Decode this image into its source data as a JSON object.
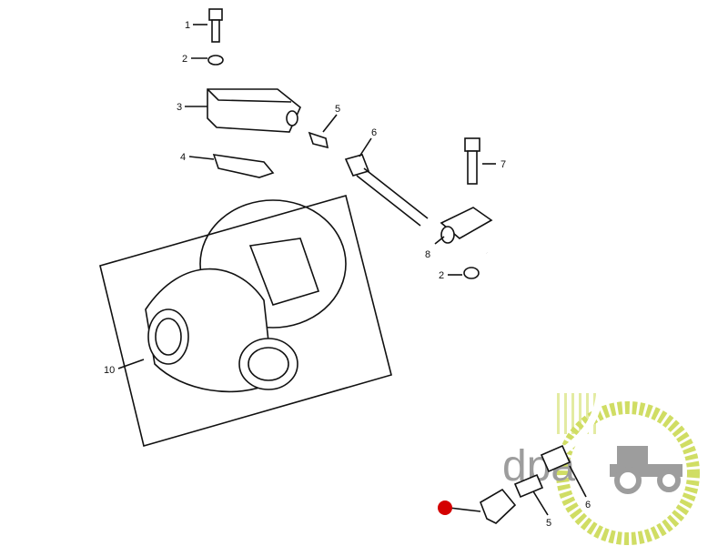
{
  "diagram": {
    "callouts": [
      {
        "id": "c1",
        "text": "1"
      },
      {
        "id": "c2a",
        "text": "2"
      },
      {
        "id": "c3",
        "text": "3"
      },
      {
        "id": "c4",
        "text": "4"
      },
      {
        "id": "c5a",
        "text": "5"
      },
      {
        "id": "c6a",
        "text": "6"
      },
      {
        "id": "c7",
        "text": "7"
      },
      {
        "id": "c8",
        "text": "8"
      },
      {
        "id": "c2b",
        "text": "2"
      },
      {
        "id": "c10",
        "text": "10"
      },
      {
        "id": "c6b",
        "text": "6"
      },
      {
        "id": "c5b",
        "text": "5"
      }
    ],
    "marker_color": "#d40000"
  },
  "watermark": {
    "text": "dpa",
    "colors": {
      "grey": "#8c8c8c",
      "green": "#c8d84a"
    }
  }
}
